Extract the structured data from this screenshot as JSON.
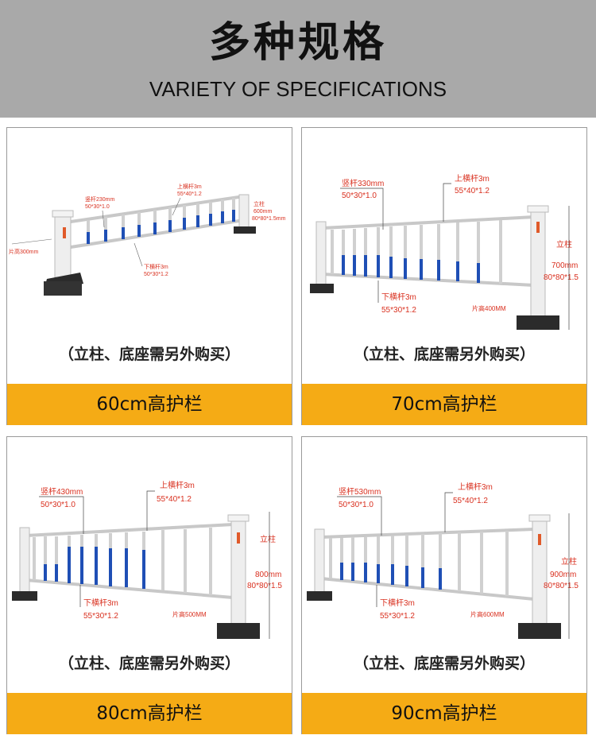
{
  "header": {
    "title": "多种规格",
    "subtitle": "VARIETY OF SPECIFICATIONS"
  },
  "cards": [
    {
      "caption": "60cm高护栏",
      "note": "（立柱、底座需另外购买）",
      "labels": {
        "vertical_bar": "竖杆230mm",
        "vertical_bar_size": "50*30*1.0",
        "top_rail": "上横杆3m",
        "top_rail_size": "55*40*1.2",
        "bottom_rail": "下横杆3m",
        "bottom_rail_size": "50*30*1.2",
        "panel_height": "片高300mm",
        "post": "立柱",
        "post_height": "600mm",
        "post_size": "80*80*1.5mm"
      }
    },
    {
      "caption": "70cm高护栏",
      "note": "（立柱、底座需另外购买）",
      "labels": {
        "vertical_bar": "竖杆330mm",
        "vertical_bar_size": "50*30*1.0",
        "top_rail": "上横杆3m",
        "top_rail_size": "55*40*1.2",
        "bottom_rail": "下横杆3m",
        "bottom_rail_size": "55*30*1.2",
        "panel_height": "片高400MM",
        "post": "立柱",
        "post_height": "700mm",
        "post_size": "80*80*1.5"
      }
    },
    {
      "caption": "80cm高护栏",
      "note": "（立柱、底座需另外购买）",
      "labels": {
        "vertical_bar": "竖杆430mm",
        "vertical_bar_size": "50*30*1.0",
        "top_rail": "上横杆3m",
        "top_rail_size": "55*40*1.2",
        "bottom_rail": "下横杆3m",
        "bottom_rail_size": "55*30*1.2",
        "panel_height": "片高500MM",
        "post": "立柱",
        "post_height": "800mm",
        "post_size": "80*80*1.5"
      }
    },
    {
      "caption": "90cm高护栏",
      "note": "（立柱、底座需另外购买）",
      "labels": {
        "vertical_bar": "竖杆530mm",
        "vertical_bar_size": "50*30*1.0",
        "top_rail": "上横杆3m",
        "top_rail_size": "55*40*1.2",
        "bottom_rail": "下横杆3m",
        "bottom_rail_size": "55*30*1.2",
        "panel_height": "片高600MM",
        "post": "立柱",
        "post_height": "900mm",
        "post_size": "80*80*1.5"
      }
    }
  ],
  "colors": {
    "header_bg": "#a9a9a9",
    "caption_bar": "#f5ab15",
    "annotation_red": "#d9301f",
    "bar_blue": "#1f4fb5",
    "post_base": "#2b2b2b"
  }
}
